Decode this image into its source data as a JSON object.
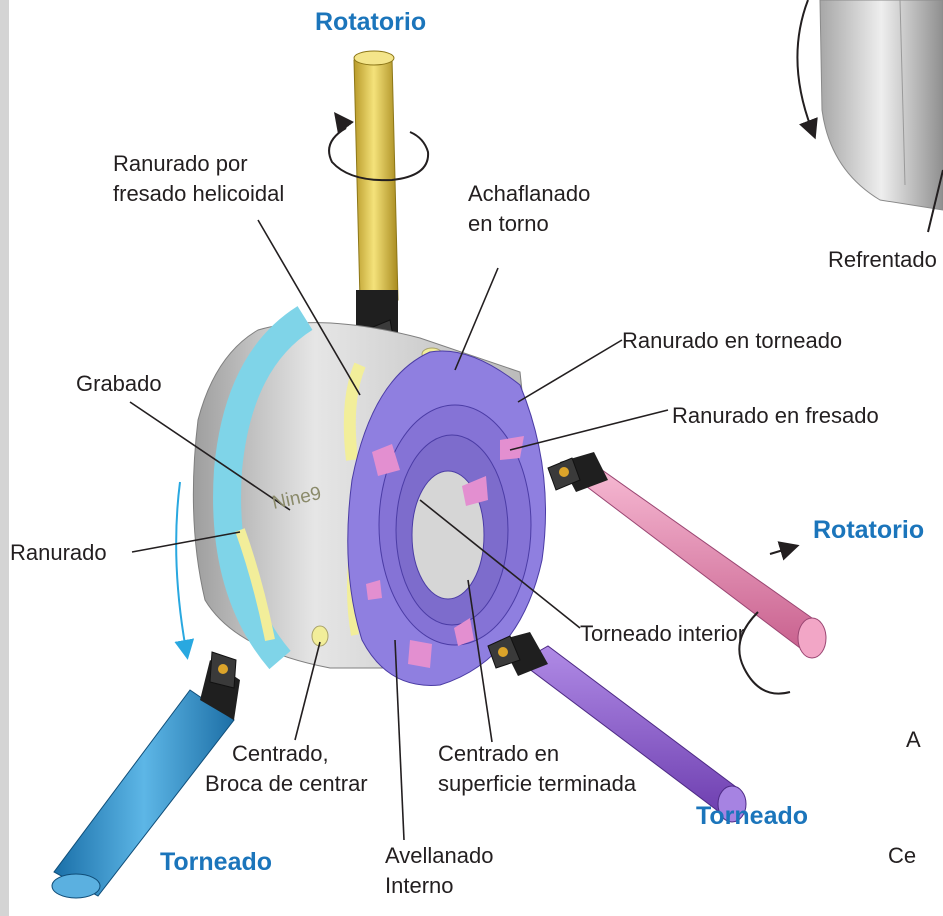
{
  "headers": {
    "rot_top": "Rotatorio",
    "rot_right": "Rotatorio",
    "torn_left": "Torneado",
    "torn_right": "Torneado"
  },
  "labels": {
    "ranurado_helicoidal_1": "Ranurado por",
    "ranurado_helicoidal_2": "fresado helicoidal",
    "achaflanado_1": "Achaflanado",
    "achaflanado_2": "en torno",
    "refrentado": "Refrentado",
    "ranurado_torneado": "Ranurado en torneado",
    "ranurado_fresado": "Ranurado en fresado",
    "grabado": "Grabado",
    "ranurado": "Ranurado",
    "torneado_interior": "Torneado interior",
    "centrado_1": "Centrado,",
    "centrado_2": "Broca de centrar",
    "centrado_sup_1": "Centrado en",
    "centrado_sup_2": "superficie terminada",
    "avellanado_1": "Avellanado",
    "avellanado_2": "Interno",
    "clip_a": "A",
    "clip_ce": "Ce"
  },
  "engraving": "Nine9",
  "colors": {
    "header_blue": "#1b75bb",
    "workpiece_gray": "#c8c8c8",
    "face_purple": "#8f7fe0",
    "cyan_groove": "#7fd4e8",
    "yellow_groove": "#f2ee9a",
    "pink_pocket": "#e38fd0",
    "tool_gold": "#d8c24a",
    "tool_pink": "#e68bb3",
    "tool_purple": "#8c5bcc",
    "tool_blue": "#2a86c0"
  }
}
